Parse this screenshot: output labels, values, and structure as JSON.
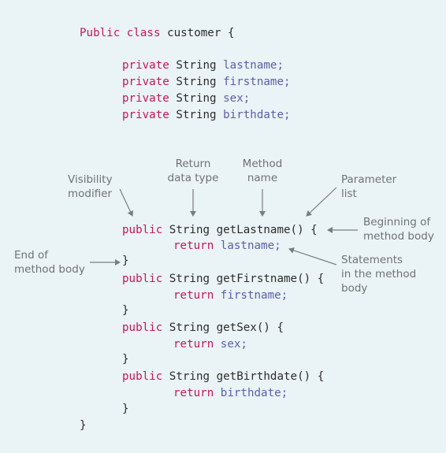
{
  "class_decl": {
    "keyword_public": "Public",
    "keyword_class": "class",
    "name": "customer",
    "open_brace": "{",
    "close_brace": "}"
  },
  "fields": [
    {
      "modifier": "private",
      "type": "String",
      "name": "lastname;"
    },
    {
      "modifier": "private",
      "type": "String",
      "name": "firstname;"
    },
    {
      "modifier": "private",
      "type": "String",
      "name": "sex;"
    },
    {
      "modifier": "private",
      "type": "String",
      "name": "birthdate;"
    }
  ],
  "methods": [
    {
      "modifier": "public",
      "type": "String",
      "signature": "getLastname() {",
      "return_kw": "return",
      "return_value": "lastname;",
      "close": "}"
    },
    {
      "modifier": "public",
      "type": "String",
      "signature": "getFirstname() {",
      "return_kw": "return",
      "return_value": "firstname;",
      "close": "}"
    },
    {
      "modifier": "public",
      "type": "String",
      "signature": "getSex() {",
      "return_kw": "return",
      "return_value": "sex;",
      "close": "}"
    },
    {
      "modifier": "public",
      "type": "String",
      "signature": "getBirthdate() {",
      "return_kw": "return",
      "return_value": "birthdate;",
      "close": "}"
    }
  ],
  "annotations": {
    "visibility_modifier": "Visibility\nmodifier",
    "return_data_type": "Return\ndata type",
    "method_name": "Method\nname",
    "parameter_list": "Parameter\nlist",
    "beginning_of_method_body": "Beginning of\nmethod body",
    "end_of_method_body": "End of\nmethod body",
    "statements_in_method_body": "Statements\nin the method\nbody"
  },
  "colors": {
    "background": "#eaf3f5",
    "keyword": "#c2185b",
    "identifier": "#5a5fa8",
    "annotation": "#6f7275",
    "arrow": "#7a7d80"
  }
}
